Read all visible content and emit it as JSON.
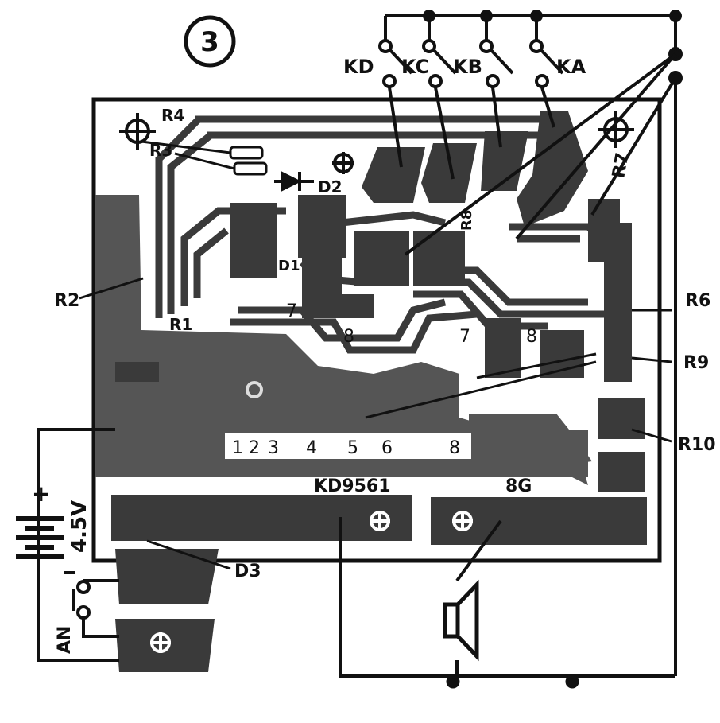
{
  "figure": {
    "number": "3"
  },
  "keys": [
    {
      "id": "kd",
      "label": "KD"
    },
    {
      "id": "kc",
      "label": "KC"
    },
    {
      "id": "kb",
      "label": "KB"
    },
    {
      "id": "ka",
      "label": "KA"
    }
  ],
  "resistors": {
    "r1": "R1",
    "r2": "R2",
    "r3": "R3",
    "r4": "R4",
    "r6": "R6",
    "r7": "R7",
    "r8": "R8",
    "r9": "R9",
    "r10": "R10"
  },
  "diodes": {
    "d1": "D1",
    "d2": "D2",
    "d3": "D3"
  },
  "ic": {
    "name": "KD9561",
    "pins": [
      "1",
      "2",
      "3",
      "4",
      "5",
      "6",
      "8"
    ],
    "inner_pins": [
      "7",
      "8",
      "7",
      "8"
    ]
  },
  "transistor": {
    "label": "8G"
  },
  "battery": {
    "voltage": "4.5V"
  },
  "switch": {
    "label": "AN"
  },
  "colors": {
    "copper": "#3a3a3a",
    "ground": "#555555",
    "line": "#111111",
    "board": "#ffffff"
  }
}
